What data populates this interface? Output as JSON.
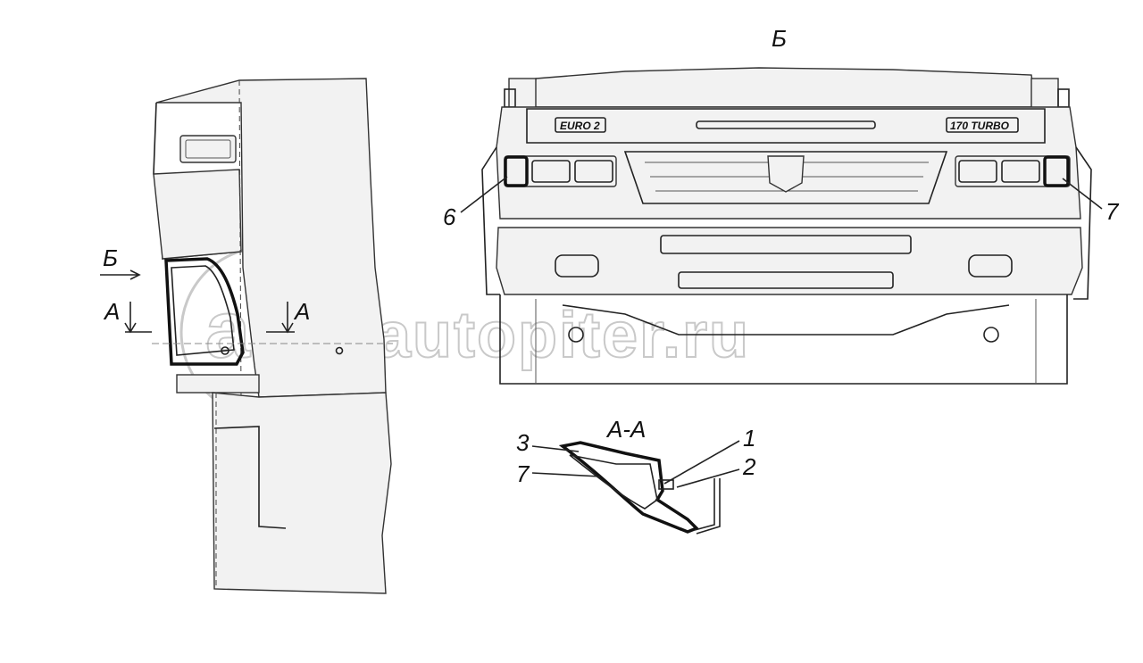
{
  "view_labels": {
    "view_b": "Б",
    "section_title": "А-А",
    "arrow_b": "Б",
    "section_mark_left": "А",
    "section_mark_right": "А"
  },
  "callouts": {
    "c1": "1",
    "c2": "2",
    "c3": "3",
    "c6": "6",
    "c7_front": "7",
    "c7_section": "7"
  },
  "badges": {
    "left": "EURO 2",
    "right": "170 TURBO"
  },
  "watermark": {
    "text": "autopiter.ru"
  },
  "colors": {
    "line": "#222222",
    "watermark": "#c9c9c9",
    "background": "#ffffff"
  }
}
